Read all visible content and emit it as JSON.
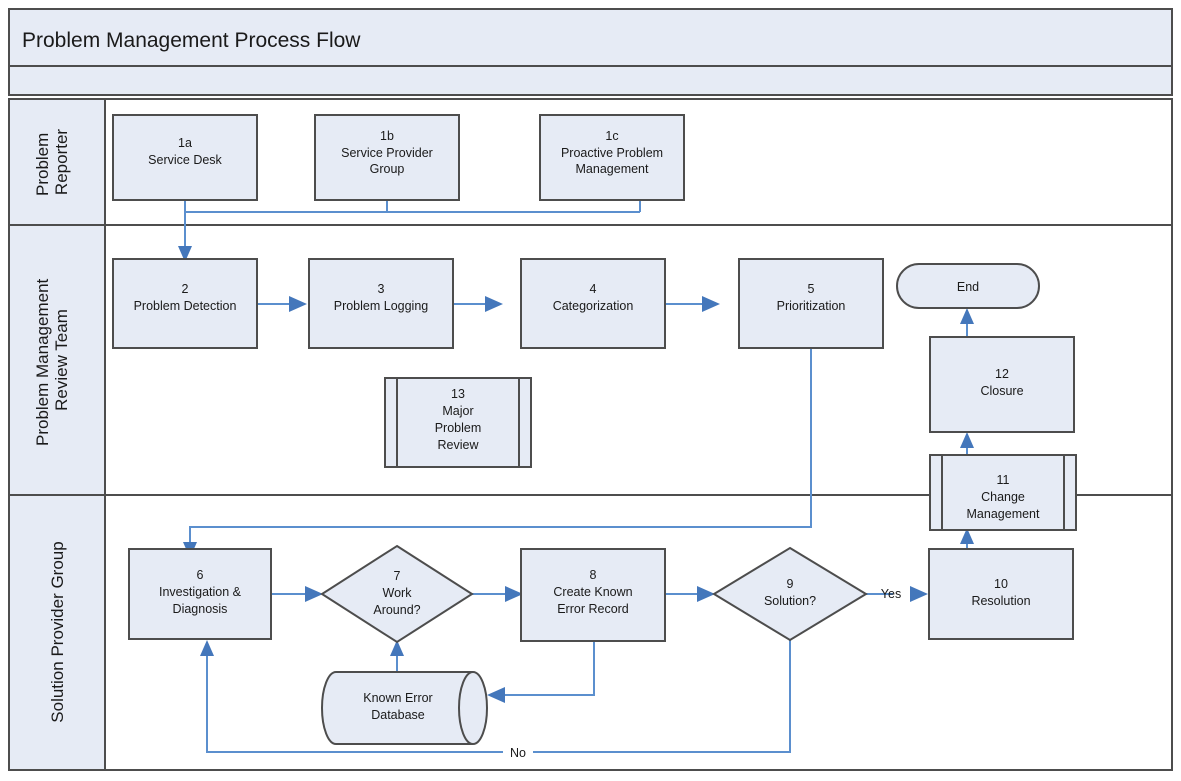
{
  "diagram": {
    "title": "Problem Management Process Flow",
    "subtitle": "",
    "colors": {
      "shape_fill": "#e6ebf5",
      "shape_border": "#4d4d4d",
      "connector": "#5b8fce",
      "arrow_head": "#4477bb",
      "lane_header_fill": "#e6ebf5",
      "canvas": "#ffffff"
    }
  },
  "lanes": [
    {
      "id": "lane-problem-reporter",
      "label": "Problem Reporter"
    },
    {
      "id": "lane-problem-management-review-team",
      "label": "Problem Management\nReview Team"
    },
    {
      "id": "lane-solution-provider-group",
      "label": "Solution Provider Group"
    }
  ],
  "nodes": [
    {
      "id": "n1a",
      "shape": "process",
      "lane": 0,
      "number": "1a",
      "lines": [
        "Service Desk"
      ]
    },
    {
      "id": "n1b",
      "shape": "process",
      "lane": 0,
      "number": "1b",
      "lines": [
        "Service Provider",
        "Group"
      ]
    },
    {
      "id": "n1c",
      "shape": "process",
      "lane": 0,
      "number": "1c",
      "lines": [
        "Proactive Problem",
        "Management"
      ]
    },
    {
      "id": "n2",
      "shape": "process",
      "lane": 1,
      "number": "2",
      "lines": [
        "Problem Detection"
      ]
    },
    {
      "id": "n3",
      "shape": "process",
      "lane": 1,
      "number": "3",
      "lines": [
        "Problem Logging"
      ]
    },
    {
      "id": "n4",
      "shape": "process",
      "lane": 1,
      "number": "4",
      "lines": [
        "Categorization"
      ]
    },
    {
      "id": "n5",
      "shape": "process",
      "lane": 1,
      "number": "5",
      "lines": [
        "Prioritization"
      ]
    },
    {
      "id": "n13",
      "shape": "subprocess",
      "lane": 1,
      "number": "13",
      "lines": [
        "Major",
        "Problem",
        "Review"
      ]
    },
    {
      "id": "n12",
      "shape": "process",
      "lane": 1,
      "number": "12",
      "lines": [
        "Closure"
      ]
    },
    {
      "id": "nend",
      "shape": "terminator",
      "lane": 1,
      "number": "",
      "lines": [
        "End"
      ]
    },
    {
      "id": "n11",
      "shape": "subprocess",
      "lane": 2,
      "number": "11",
      "lines": [
        "Change",
        "Management"
      ]
    },
    {
      "id": "n6",
      "shape": "process",
      "lane": 2,
      "number": "6",
      "lines": [
        "Investigation &",
        "Diagnosis"
      ]
    },
    {
      "id": "n7",
      "shape": "decision",
      "lane": 2,
      "number": "7",
      "lines": [
        "Work",
        "Around?"
      ]
    },
    {
      "id": "n8",
      "shape": "process",
      "lane": 2,
      "number": "8",
      "lines": [
        "Create Known",
        "Error Record"
      ]
    },
    {
      "id": "n9",
      "shape": "decision",
      "lane": 2,
      "number": "9",
      "lines": [
        "Solution?"
      ]
    },
    {
      "id": "n10",
      "shape": "process",
      "lane": 2,
      "number": "10",
      "lines": [
        "Resolution"
      ]
    },
    {
      "id": "nked",
      "shape": "database",
      "lane": 2,
      "number": "",
      "lines": [
        "Known Error",
        "Database"
      ]
    }
  ],
  "edge_labels": {
    "yes": "Yes",
    "no": "No"
  },
  "edges": [
    {
      "from": "n1a",
      "to": "n2",
      "label": ""
    },
    {
      "from": "n1b",
      "to": "n2",
      "label": ""
    },
    {
      "from": "n1c",
      "to": "n2",
      "label": ""
    },
    {
      "from": "n2",
      "to": "n3",
      "label": ""
    },
    {
      "from": "n3",
      "to": "n4",
      "label": ""
    },
    {
      "from": "n4",
      "to": "n5",
      "label": ""
    },
    {
      "from": "n5",
      "to": "n6",
      "label": ""
    },
    {
      "from": "n6",
      "to": "n7",
      "label": ""
    },
    {
      "from": "n7",
      "to": "n8",
      "label": ""
    },
    {
      "from": "n8",
      "to": "nked",
      "label": ""
    },
    {
      "from": "nked",
      "to": "n7",
      "label": ""
    },
    {
      "from": "n8",
      "to": "n9",
      "label": ""
    },
    {
      "from": "n9",
      "to": "n10",
      "label": "Yes"
    },
    {
      "from": "n9",
      "to": "n6",
      "label": "No"
    },
    {
      "from": "n10",
      "to": "n11",
      "label": ""
    },
    {
      "from": "n11",
      "to": "n12",
      "label": ""
    },
    {
      "from": "n12",
      "to": "nend",
      "label": ""
    }
  ]
}
